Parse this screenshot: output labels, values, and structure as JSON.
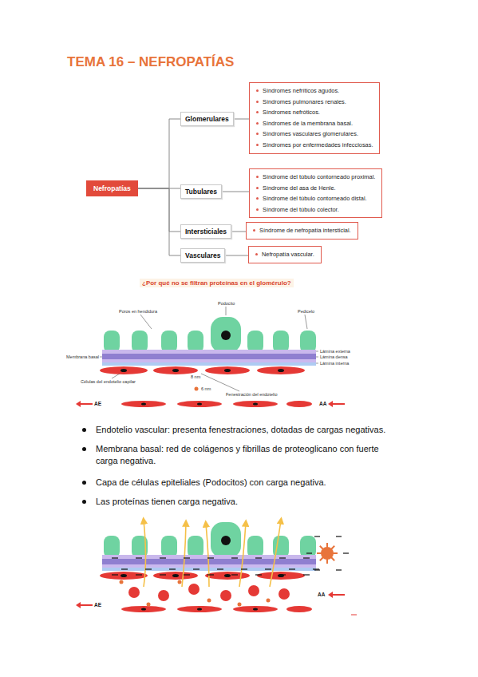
{
  "diagram": {
    "title": "TEMA 16 – NEFROPATÍAS",
    "nodes": [
      {
        "text": [
          "Nefropatías"
        ]
      },
      {
        "text": [
          "Glomerulares"
        ]
      },
      {
        "text": [
          "Síndromes nefríticos agudos.",
          "Síndromes pulmonares renales.",
          "Síndromes nefróticos.",
          "Síndromes de la membrana basal.",
          "Síndromes vasculares glomerulares.",
          "Síndromes por enfermedades infecciosas."
        ]
      },
      {
        "text": [
          "Tubulares"
        ]
      },
      {
        "text": [
          "Síndrome del túbulo contorneado proximal.",
          "Síndrome del asa de Henle.",
          "Síndrome del túbulo contorneado distal.",
          "Síndrome del túbulo colector."
        ]
      },
      {
        "text": [
          "Intersticiales"
        ]
      },
      {
        "text": [
          "Síndrome de nefropatía intersticial."
        ]
      },
      {
        "text": [
          "Vasculares"
        ]
      },
      {
        "text": [
          "Nefropatía vascular."
        ]
      }
    ],
    "edges": [
      {
        "from": 0,
        "to": 1,
        "arrow": "none"
      },
      {
        "from": 0,
        "to": 3,
        "arrow": "none"
      },
      {
        "from": 0,
        "to": 5,
        "arrow": "none"
      },
      {
        "from": 0,
        "to": 7,
        "arrow": "none"
      },
      {
        "from": 1,
        "to": 2,
        "arrow": "none"
      },
      {
        "from": 3,
        "to": 4,
        "arrow": "none"
      },
      {
        "from": 5,
        "to": 6,
        "arrow": "none"
      },
      {
        "from": 7,
        "to": 8,
        "arrow": "none"
      }
    ],
    "labels": [
      "¿Por qué no se filtran proteínas en el glomérulo?",
      "Poros en hendidura",
      "Podocito",
      "Pedicelo",
      "Membrana basal",
      "Lámina externa",
      "Lámina densa",
      "Lámina interna",
      "Células del endotelio capilar",
      "8 nm",
      "6 nm",
      "Fenestración del endotelio",
      "AE",
      "AA",
      "Endotelio vascular: presenta fenestraciones, dotadas de cargas negativas.",
      "Membrana basal: red de colágenos y fibrillas de proteoglicano con fuerte carga negativa.",
      "Capa de células epiteliales (Podocitos) con carga negativa.",
      "Las proteínas tienen carga negativa.",
      "AE",
      "AA"
    ]
  }
}
